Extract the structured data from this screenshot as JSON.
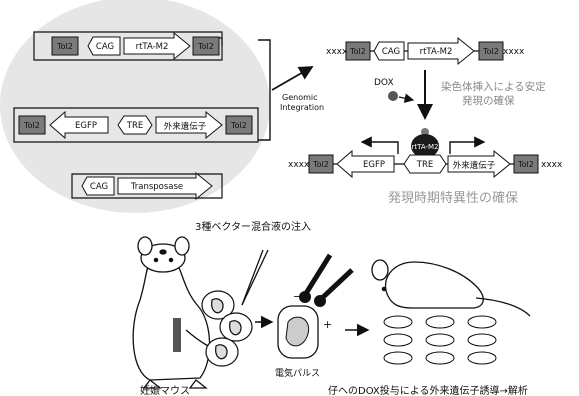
{
  "plasmids": {
    "p1": {
      "left": "Tol2",
      "prom": "CAG",
      "gene": "rtTA-M2",
      "right": "Tol2"
    },
    "p2": {
      "left": "Tol2",
      "gene": "EGFP",
      "prom": "TRE",
      "gene2": "外来遺伝子",
      "right": "Tol2"
    },
    "p3": {
      "prom": "CAG",
      "gene": "Transposase"
    }
  },
  "arrow_label": {
    "line1": "Genomic",
    "line2": "Integration"
  },
  "chrom1": {
    "left": "Tol2",
    "prom": "CAG",
    "gene": "rtTA-M2",
    "right": "Tol2"
  },
  "dox": {
    "label": "DOX"
  },
  "stable": {
    "line1": "染色体挿入による安定",
    "line2": "発現の確保"
  },
  "complex": {
    "label": "rtTA-M2"
  },
  "chrom2": {
    "left": "Tol2",
    "gene": "EGFP",
    "prom": "TRE",
    "gene2": "外来遺伝子",
    "right": "Tol2"
  },
  "temporal": {
    "label": "発現時期特異性の確保"
  },
  "mixture": {
    "label": "3種ベクター混合液の注入"
  },
  "pregnant": {
    "label": "妊娠マウス"
  },
  "electro": {
    "label": "電気パルス",
    "minus": "−",
    "plus": "+"
  },
  "analysis": {
    "label": "仔へのDOX投与による外来遺伝子誘導→解析"
  },
  "colors": {
    "tol": "#7a7a7a",
    "circle": "#e6e6e6",
    "complex": "#1a1a1a"
  }
}
